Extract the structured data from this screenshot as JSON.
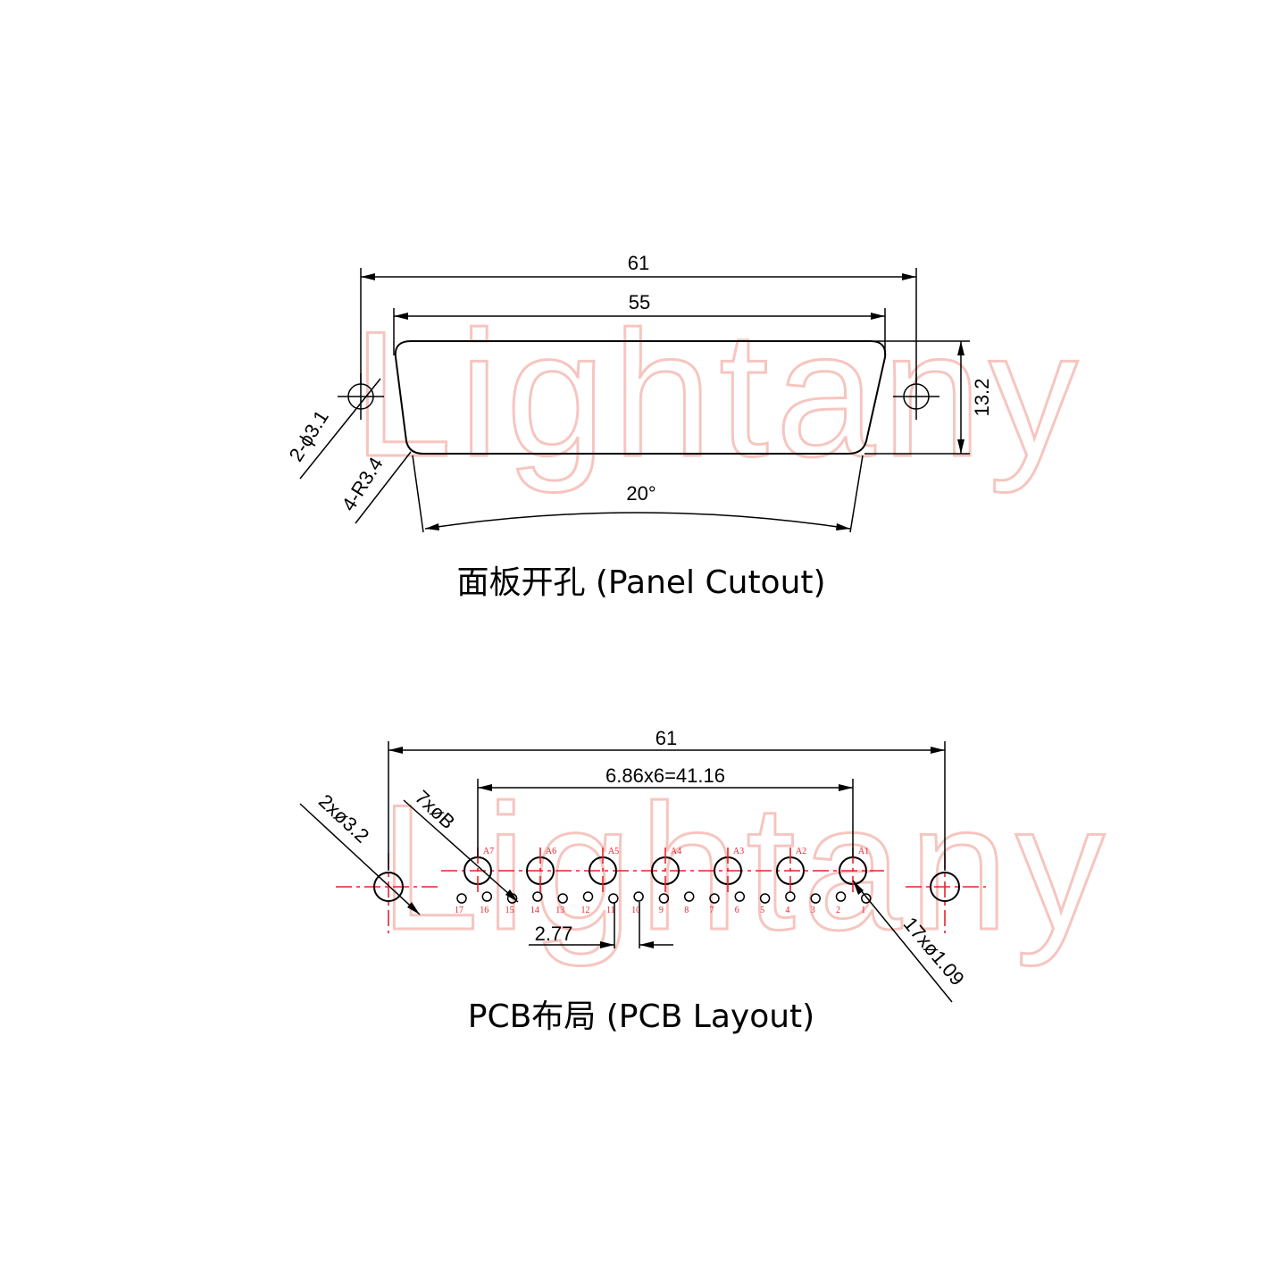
{
  "watermark": "Lightany",
  "panel": {
    "caption": "面板开孔 (Panel Cutout)",
    "dim_overall": "61",
    "dim_cutout": "55",
    "dim_height": "13.2",
    "dim_angle": "20°",
    "dim_holes": "2-ϕ3.1",
    "dim_radius": "4-R3.4"
  },
  "pcb": {
    "caption": "PCB布局 (PCB Layout)",
    "dim_overall": "61",
    "dim_pitch_total": "6.86x6=41.16",
    "dim_row_pitch": "2.77",
    "dim_mount_holes": "2xø3.2",
    "dim_big_pins": "7xøB",
    "dim_small_pins": "17xø1.09",
    "big_pin_labels": [
      "A7",
      "A6",
      "A5",
      "A4",
      "A3",
      "A2",
      "A1"
    ],
    "small_pin_labels": [
      "17",
      "16",
      "15",
      "14",
      "13",
      "12",
      "11",
      "10",
      "9",
      "8",
      "7",
      "6",
      "5",
      "4",
      "3",
      "2",
      "1"
    ]
  }
}
